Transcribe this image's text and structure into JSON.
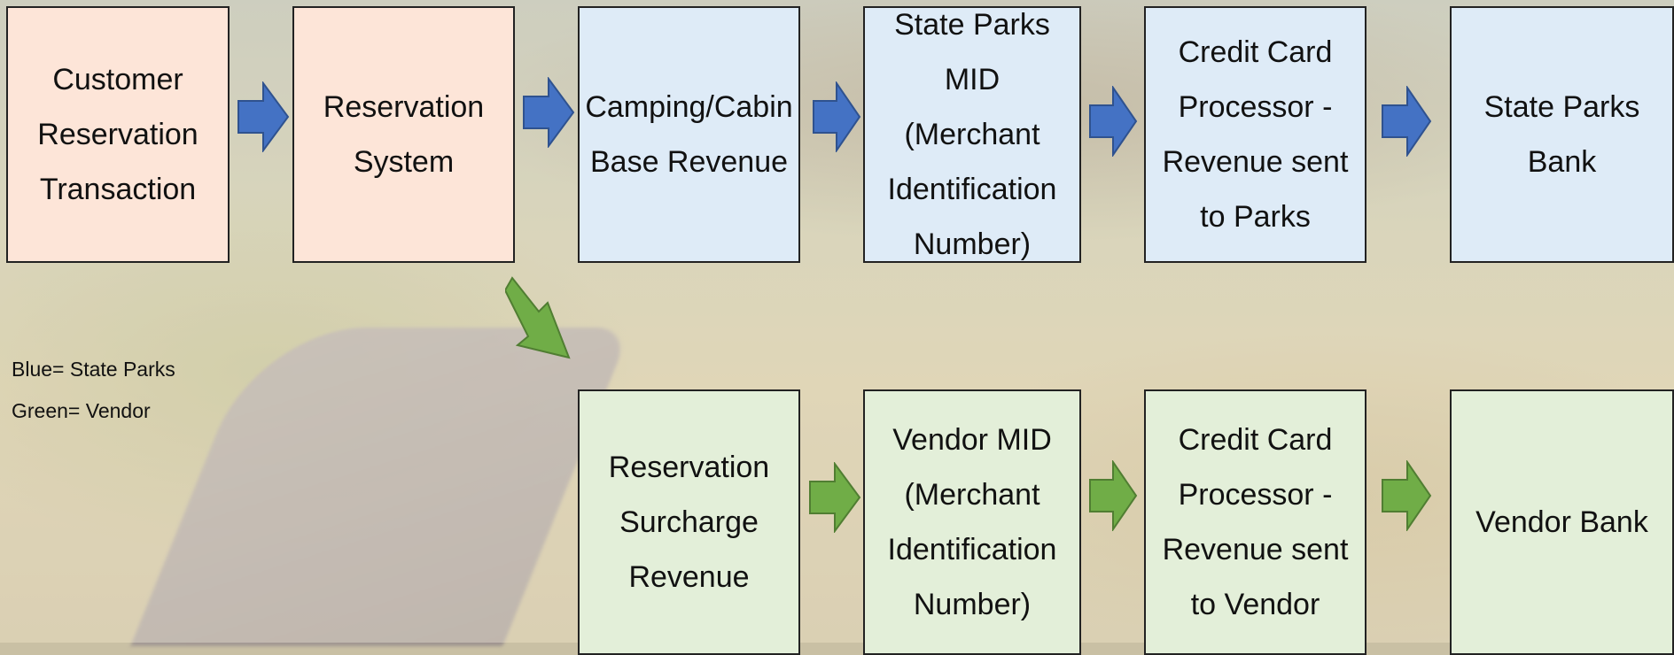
{
  "row_top": {
    "boxes": [
      {
        "label": "Customer Reservation Transaction"
      },
      {
        "label": "Reservation System"
      },
      {
        "label": "Camping/Cabin Base Revenue"
      },
      {
        "label": "State Parks MID (Merchant Identification Number)"
      },
      {
        "label": "Credit Card Processor - Revenue sent to Parks"
      },
      {
        "label": "State Parks Bank"
      }
    ]
  },
  "row_bottom": {
    "boxes": [
      {
        "label": "Reservation Surcharge Revenue"
      },
      {
        "label": "Vendor MID (Merchant Identification Number)"
      },
      {
        "label": "Credit Card Processor - Revenue sent to Vendor"
      },
      {
        "label": "Vendor Bank"
      }
    ]
  },
  "legend": {
    "blue": "Blue= State Parks",
    "green": "Green= Vendor"
  },
  "colors": {
    "customer": "#fde5d8",
    "state_parks": "#deebf7",
    "vendor": "#e3efd9",
    "blue_arrow": "#4472c4",
    "green_arrow": "#70ad47"
  }
}
